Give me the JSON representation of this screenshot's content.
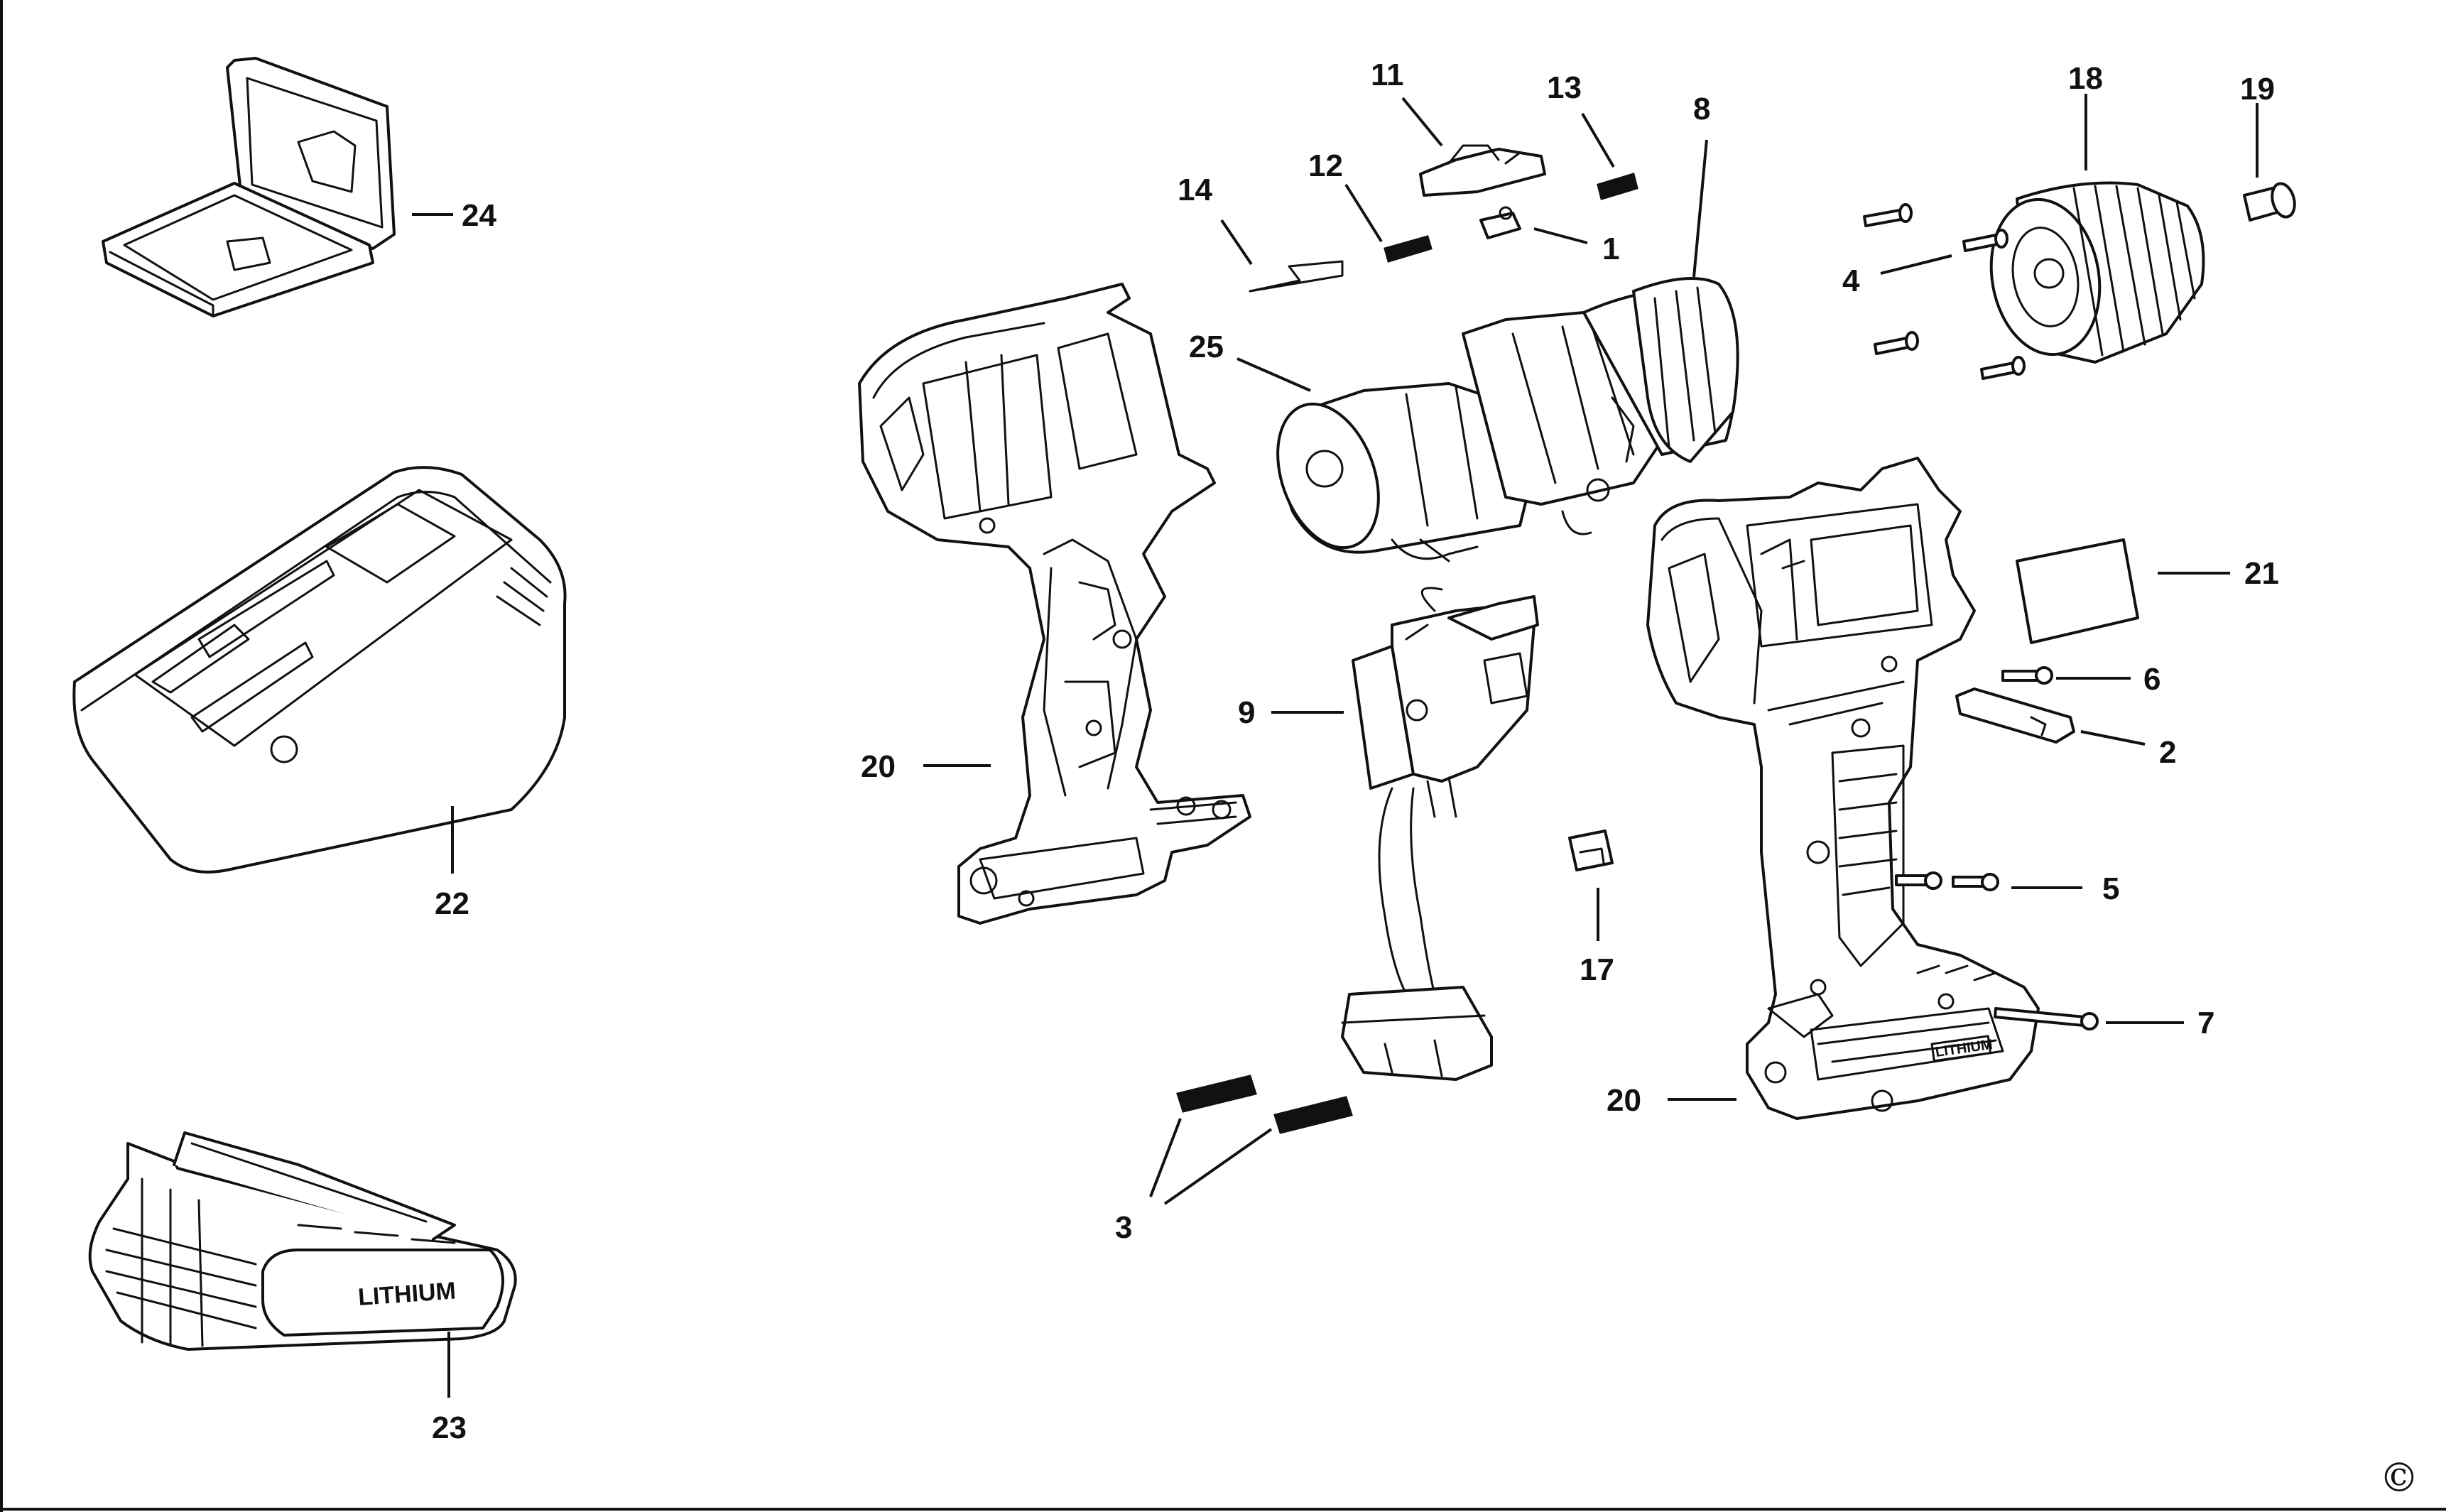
{
  "callouts": {
    "c1": "1",
    "c2": "2",
    "c3": "3",
    "c4": "4",
    "c5": "5",
    "c6": "6",
    "c7": "7",
    "c8": "8",
    "c9": "9",
    "c11": "11",
    "c12": "12",
    "c13": "13",
    "c14": "14",
    "c17": "17",
    "c18": "18",
    "c19": "19",
    "c20_left": "20",
    "c20_right": "20",
    "c21": "21",
    "c22": "22",
    "c23": "23",
    "c24": "24",
    "c25": "25"
  },
  "battery_logo": "LITHIUM",
  "housing_logo": "LITHIUM",
  "copyright_mark": "©"
}
